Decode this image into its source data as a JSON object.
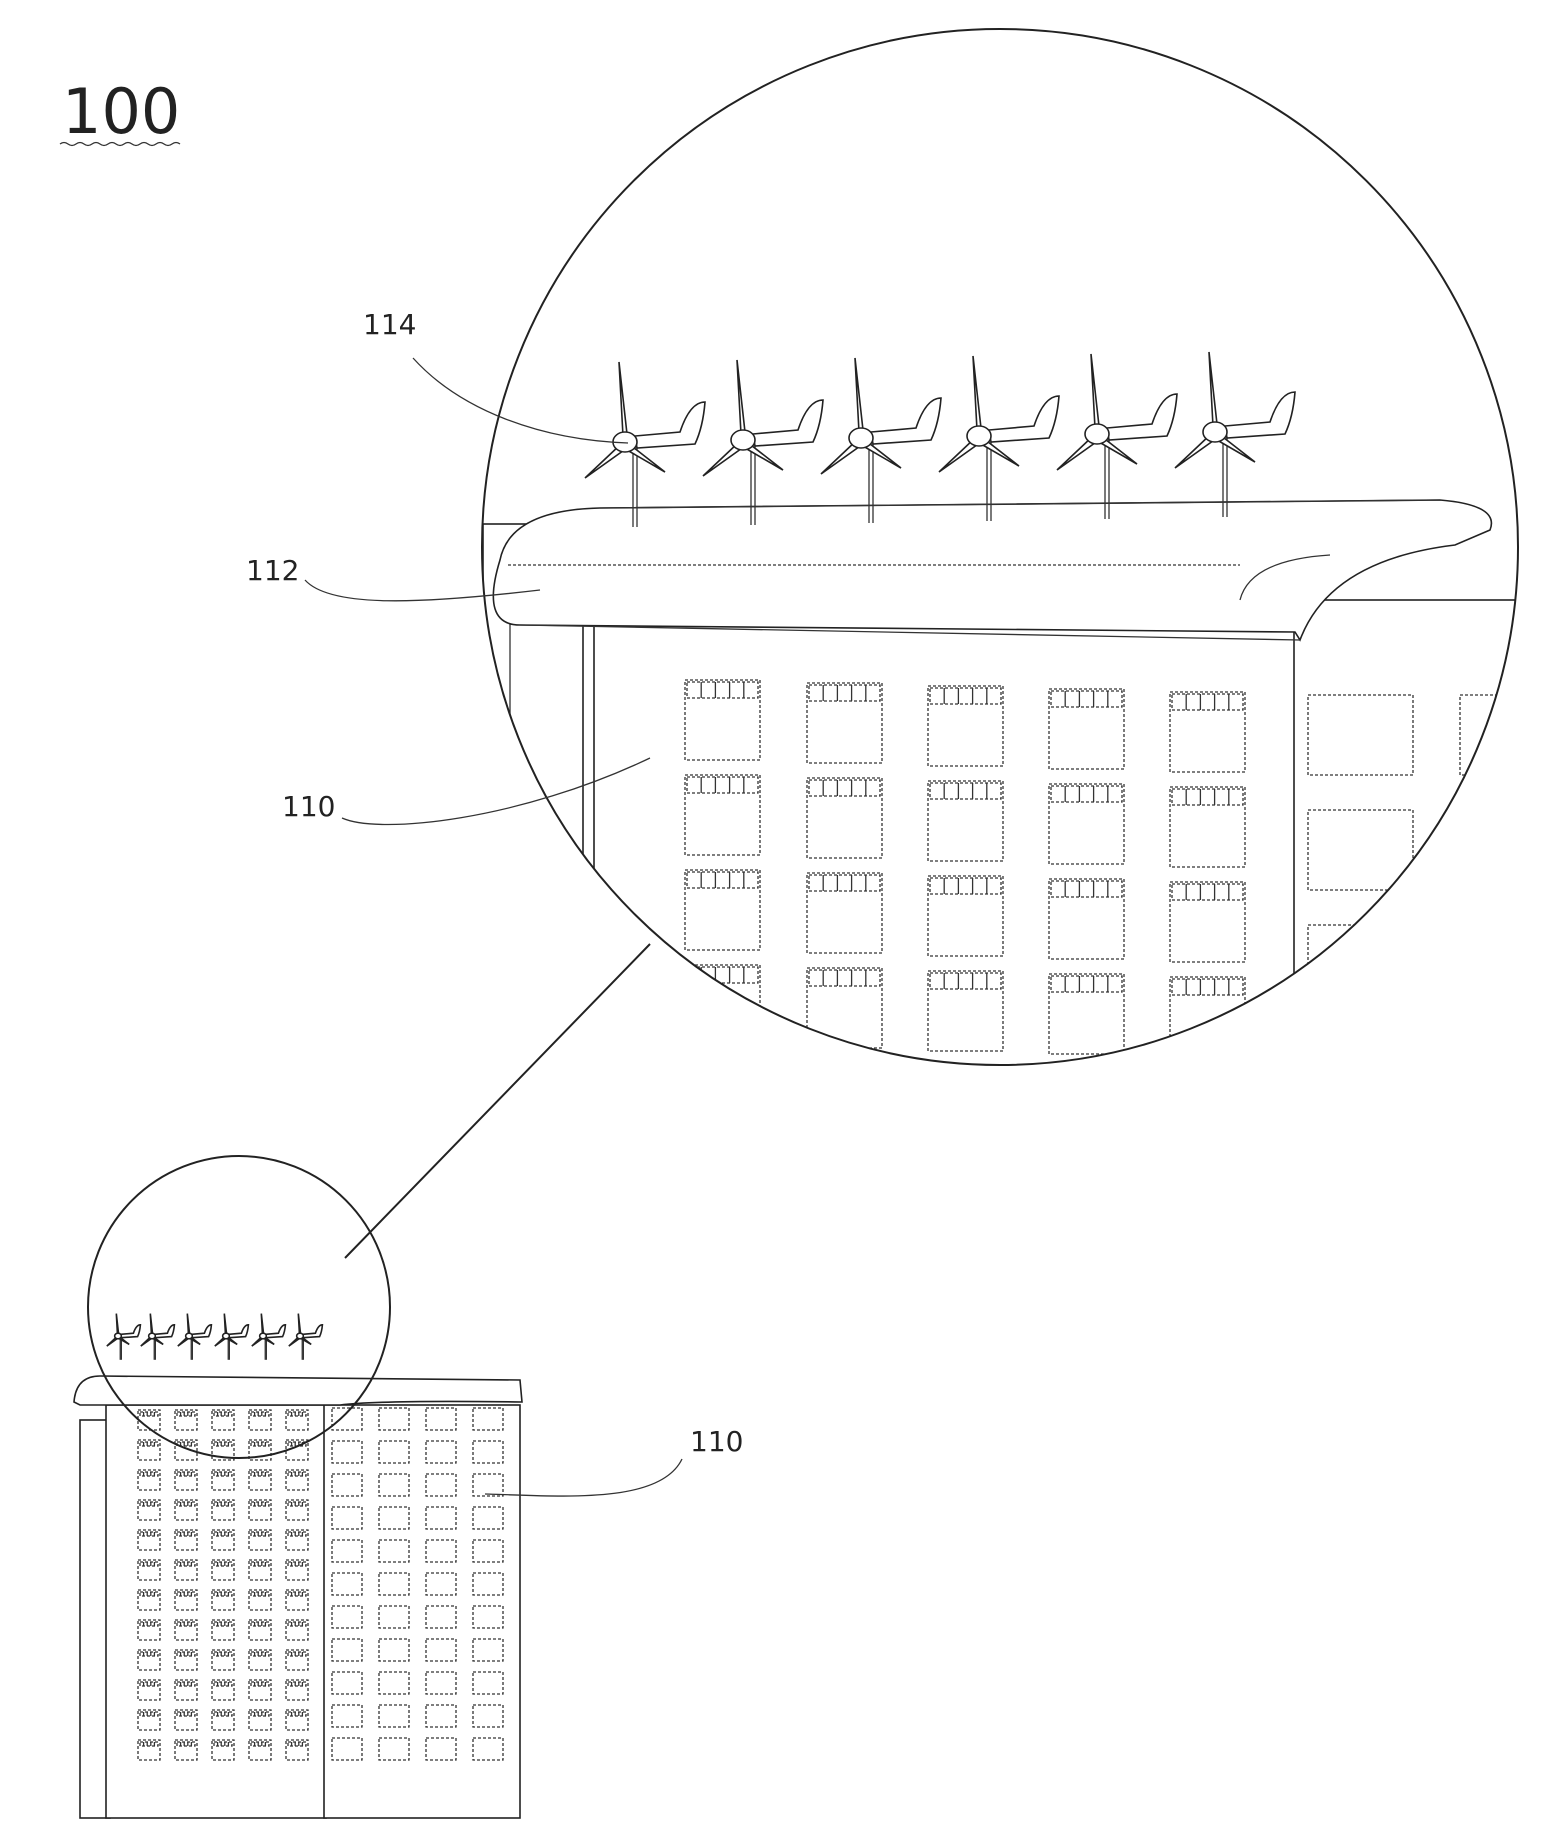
{
  "figure_number": "100",
  "labels": {
    "turbines": "114",
    "roof_cap": "112",
    "building_detail": "110",
    "building_overall": "110"
  }
}
